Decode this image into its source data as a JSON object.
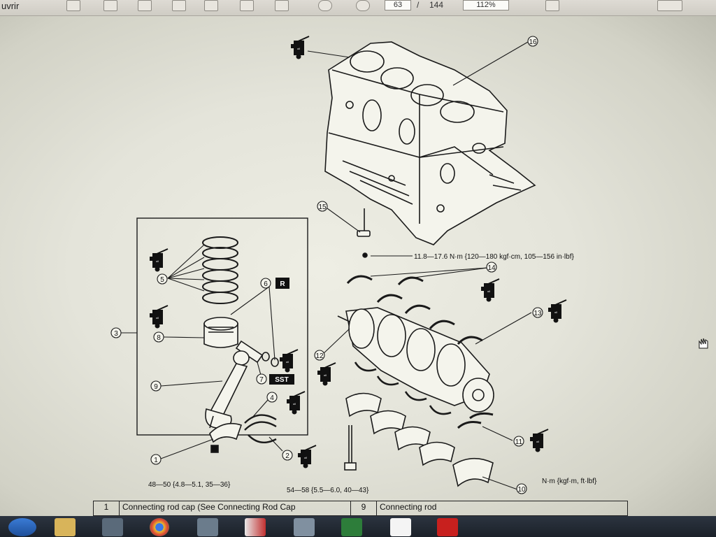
{
  "toolbar": {
    "left_label": "uvrir",
    "page_current": "63",
    "page_separator": "/",
    "page_total": "144",
    "zoom": "112%"
  },
  "diagram": {
    "callouts": [
      "1",
      "2",
      "3",
      "4",
      "5",
      "6",
      "7",
      "8",
      "9",
      "10",
      "11",
      "12",
      "13",
      "14",
      "15",
      "16"
    ],
    "badges": {
      "r": "R",
      "sst": "SST"
    },
    "torque_bolt_15": "11.8—17.6 N·m {120—180 kgf·cm, 105—156 in·lbf}",
    "torque_rod_cap": "48—50 {4.8—5.1, 35—36}",
    "torque_main_cap": "54—58 {5.5—6.0, 40—43}",
    "units_note": "N·m {kgf·m, ft·lbf}"
  },
  "legend": [
    {
      "num": "1",
      "text": "Connecting rod cap (See Connecting Rod Cap"
    },
    {
      "num": "9",
      "text": "Connecting rod"
    }
  ]
}
